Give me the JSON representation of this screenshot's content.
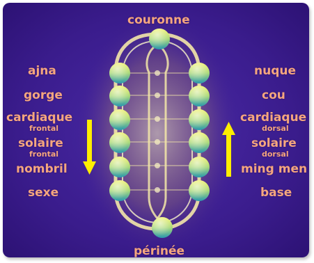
{
  "top_label": "couronne",
  "bottom_label": "périnée",
  "left_labels": {
    "ajna": "ajna",
    "gorge": "gorge",
    "cardiaque": "cardiaque",
    "cardiaque_sub": "frontal",
    "solaire": "solaire",
    "solaire_sub": "frontal",
    "nombril": "nombril",
    "sexe": "sexe"
  },
  "right_labels": {
    "nuque": "nuque",
    "cou": "cou",
    "cardiaque": "cardiaque",
    "cardiaque_sub": "dorsal",
    "solaire": "solaire",
    "solaire_sub": "dorsal",
    "ming_men": "ming men",
    "base": "base"
  },
  "arrows": {
    "left_direction": "down",
    "right_direction": "up",
    "color": "#ffee00"
  },
  "colors": {
    "background": "#3a1c8c",
    "label": "#f4a67e",
    "sphere_top": "#e8ee60",
    "sphere_bottom": "#3ba7b8",
    "channel": "#f3e7a8"
  }
}
